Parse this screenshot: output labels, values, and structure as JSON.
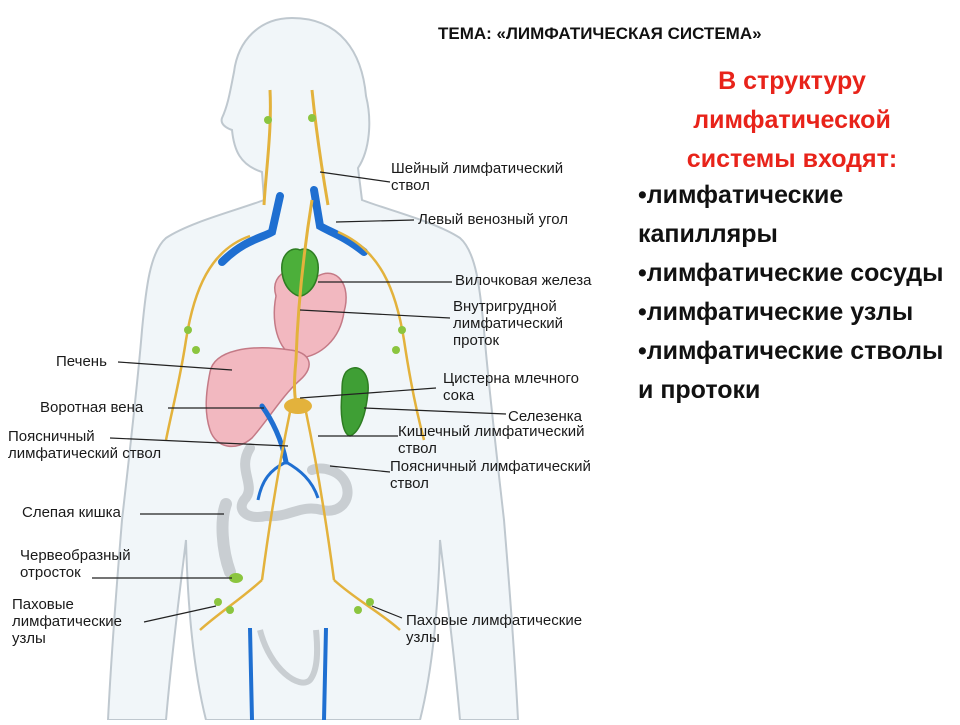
{
  "slide": {
    "title": "ТЕМА: «ЛИМФАТИЧЕСКАЯ СИСТЕМА»",
    "intro": "В структуру лимфатической системы входят:",
    "bullets": [
      "•лимфатические капилляры",
      "•лимфатические сосуды",
      "•лимфатические узлы",
      "•лимфатические стволы и протоки"
    ]
  },
  "diagram": {
    "labels": {
      "neck_trunk": "Шейный лимфатический\nствол",
      "left_venous_angle": "Левый венозный угол",
      "thymus": "Вилочковая железа",
      "thoracic_duct": "Внутригрудной\nлимфатический\nпроток",
      "liver": "Печень",
      "cisterna_chyli": "Цистерна млечного\nсока",
      "portal_vein": "Воротная вена",
      "spleen": "Селезенка",
      "lumbar_trunk_left": "Поясничный\nлимфатический ствол",
      "intestinal_trunk": "Кишечный лимфатический\nствол",
      "lumbar_trunk_right": "Поясничный лимфатический\nствол",
      "cecum": "Слепая кишка",
      "appendix": "Червеобразный\nотросток",
      "inguinal_nodes_left": "Паховые\nлимфатические\nузлы",
      "inguinal_nodes_right": "Паховые лимфатические\nузлы"
    }
  },
  "colors": {
    "accent_red": "#e8231a",
    "body_fill": "#f1f6f9",
    "body_outline": "#bfc8cf",
    "vein_blue": "#1f6fd1",
    "lymph_yellow": "#e3b23c",
    "node_green": "#8bc53f",
    "organ_pink": "#f2b8c0",
    "thymus_green": "#4caf3a",
    "spleen_green": "#3f9f35"
  }
}
